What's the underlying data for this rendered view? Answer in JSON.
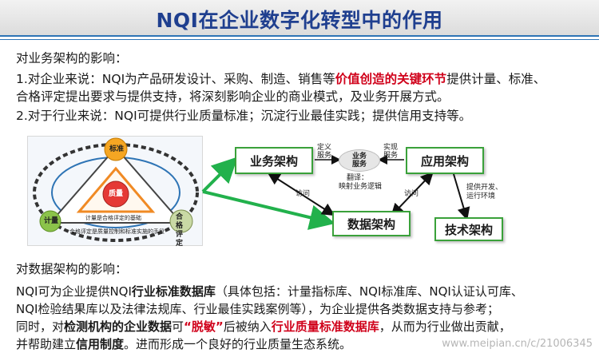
{
  "title": "NQI在企业数字化转型中的作用",
  "section1": {
    "heading": "对业务架构的影响：",
    "line1": {
      "p1": "1.对企业来说：NQI为产品研发设计、采购、制造、销售等",
      "highlight": "价值创造的关键环节",
      "p2": "提供计量、标准、"
    },
    "line2": "合格评定提出要求与提供支持，将深刻影响企业的商业模式，及业务开展方式。",
    "line3": "2.对于行业来说：NQI可提供行业质量标准；沉淀行业最佳实践；提供信用支持等。"
  },
  "left_diagram": {
    "top_label": "标准",
    "center_label": "质量",
    "left_label": "计量",
    "right_label": "合格评定",
    "inner_caption": "计量是合格评定的基础",
    "outer_caption": "合格评定是质量控制和标准实施的手段"
  },
  "flow": {
    "business": "业务架构",
    "application": "应用架构",
    "data": "数据架构",
    "tech": "技术架构",
    "service_line1": "业务",
    "service_line2": "服务",
    "define_l1": "定义",
    "define_l2": "服务",
    "implement_l1": "实现",
    "implement_l2": "服务",
    "translate_l1": "翻译：",
    "translate_l2": "映射业务逻辑",
    "access_left": "访问",
    "access_right": "访问",
    "provide_l1": "提供开发、",
    "provide_l2": "运行环境"
  },
  "section2": {
    "heading": "对数据架构的影响：",
    "l1_p1": "NQI可为企业提供NQI",
    "l1_b1": "行业标准数据库",
    "l1_p2": "（具体包括：计量指标库、NQI标准库、NQI认证认可库、",
    "l2": "NQI检验结果库以及法律法规库、行业最佳实践案例等），为企业提供各类数据支持与参考；",
    "l3_p1": "同时，对",
    "l3_b1": "检测机构的企业数据",
    "l3_p2": "可",
    "l3_r1": "“脱敏”",
    "l3_p3": "后被纳入",
    "l3_r2": "行业质量标准数据库",
    "l3_p4": "，从而为行业做出贡献，",
    "l4_p1": "并帮助建立",
    "l4_b1": "信用制度",
    "l4_p2": "。进而形成一个良好的行业质量生态系统。"
  },
  "watermark": "www.meipian.cn/c/21006345",
  "colors": {
    "title": "#1f3f8f",
    "accent_blue": "#2e74b5",
    "highlight_red": "#d0021b",
    "box_border": "#3aa13a",
    "arrow_green": "#22b14c"
  }
}
